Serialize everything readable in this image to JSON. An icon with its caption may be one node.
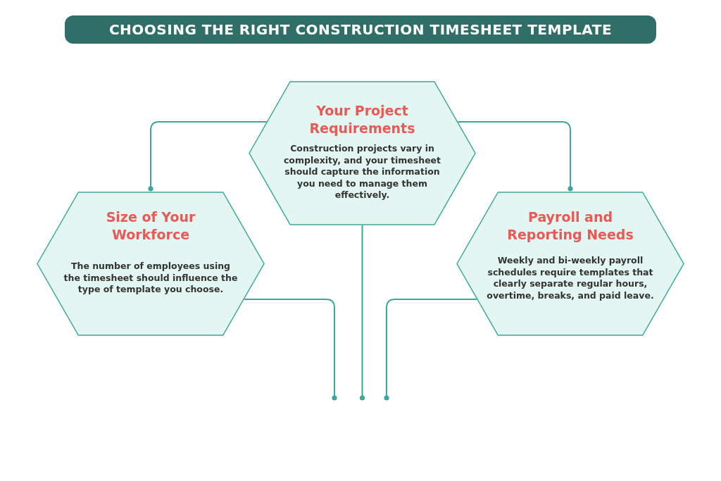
{
  "diagram": {
    "title": "CHOOSING THE RIGHT CONSTRUCTION TIMESHEET TEMPLATE",
    "nodes": [
      {
        "text": [
          "Your Project Requirements",
          "Construction projects vary in complexity, and your timesheet should capture the information you need to manage them effectively."
        ]
      },
      {
        "text": [
          "Size of Your Workforce",
          "The number of employees using the timesheet should influence the type of template you choose."
        ]
      },
      {
        "text": [
          "Payroll and Reporting Needs",
          "Weekly and bi-weekly payroll schedules require templates that clearly separate regular hours, overtime, breaks, and paid leave."
        ]
      }
    ],
    "edges": [
      {
        "from": 0,
        "to": 1,
        "arrow": "other"
      },
      {
        "from": 0,
        "to": 2,
        "arrow": "other"
      },
      {
        "from": 0,
        "to": null,
        "arrow": "other"
      },
      {
        "from": 1,
        "to": null,
        "arrow": "other"
      },
      {
        "from": 2,
        "to": null,
        "arrow": "other"
      }
    ]
  }
}
